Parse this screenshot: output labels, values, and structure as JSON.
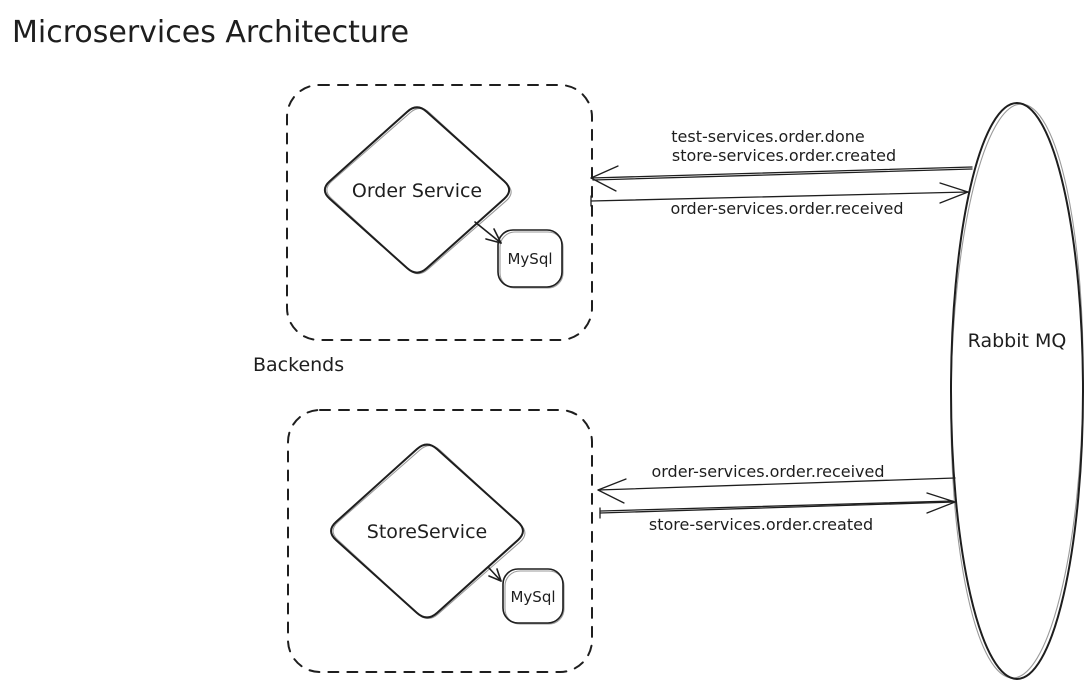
{
  "title": "Microservices Architecture",
  "colors": {
    "stroke": "#1e1e1e",
    "background": "#ffffff"
  },
  "groups": {
    "backends": {
      "label": "Backends"
    }
  },
  "nodes": {
    "order_service": {
      "label": "Order Service",
      "shape": "diamond"
    },
    "store_service": {
      "label": "StoreService",
      "shape": "diamond"
    },
    "order_mysql": {
      "label": "MySql",
      "shape": "rounded-rect"
    },
    "store_mysql": {
      "label": "MySql",
      "shape": "rounded-rect"
    },
    "rabbitmq": {
      "label": "Rabbit MQ",
      "shape": "ellipse"
    }
  },
  "edges": [
    {
      "name": "rabbitmq-to-order-service",
      "direction": "left",
      "labels": [
        "test-services.order.done",
        "store-services.order.created"
      ]
    },
    {
      "name": "order-service-to-rabbitmq",
      "direction": "right",
      "labels": [
        "order-services.order.received"
      ]
    },
    {
      "name": "rabbitmq-to-store-service",
      "direction": "left",
      "labels": [
        "order-services.order.received"
      ]
    },
    {
      "name": "store-service-to-rabbitmq",
      "direction": "right",
      "labels": [
        "store-services.order.created"
      ]
    },
    {
      "name": "order-service-to-order-mysql",
      "direction": "down-right",
      "labels": []
    },
    {
      "name": "store-service-to-store-mysql",
      "direction": "down-right",
      "labels": []
    }
  ]
}
